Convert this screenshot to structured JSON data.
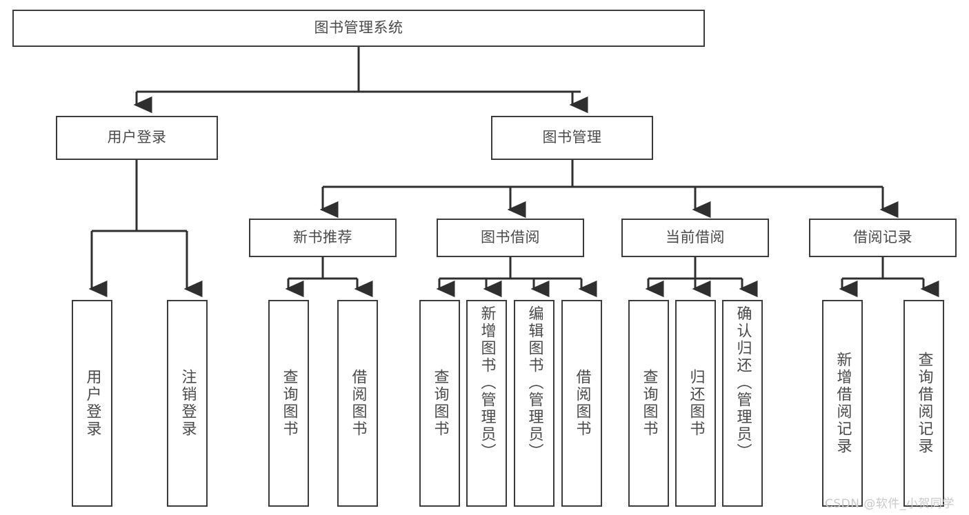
{
  "diagram": {
    "type": "tree",
    "title": "图书管理系统",
    "watermark": "CSDN @软件_小贺同学",
    "nodes": {
      "root": {
        "label": "图书管理系统"
      },
      "level2": [
        {
          "id": "user-login",
          "label": "用户登录"
        },
        {
          "id": "book-management",
          "label": "图书管理"
        }
      ],
      "level3": [
        {
          "id": "new-book-recommend",
          "label": "新书推荐"
        },
        {
          "id": "book-borrow",
          "label": "图书借阅"
        },
        {
          "id": "current-borrow",
          "label": "当前借阅"
        },
        {
          "id": "borrow-record",
          "label": "借阅记录"
        }
      ],
      "leaves": [
        {
          "id": "leaf-user-login",
          "label": "用户登录",
          "parent": "user-login"
        },
        {
          "id": "leaf-logout-login",
          "label": "注销登录",
          "parent": "user-login"
        },
        {
          "id": "leaf-query-book-1",
          "label": "查询图书",
          "parent": "new-book-recommend"
        },
        {
          "id": "leaf-borrow-book-1",
          "label": "借阅图书",
          "parent": "new-book-recommend"
        },
        {
          "id": "leaf-query-book-2",
          "label": "查询图书",
          "parent": "book-borrow"
        },
        {
          "id": "leaf-add-book",
          "label": "新增图书（管理员）",
          "parent": "book-borrow"
        },
        {
          "id": "leaf-edit-book",
          "label": "编辑图书（管理员）",
          "parent": "book-borrow"
        },
        {
          "id": "leaf-borrow-book-2",
          "label": "借阅图书",
          "parent": "book-borrow"
        },
        {
          "id": "leaf-query-book-3",
          "label": "查询图书",
          "parent": "current-borrow"
        },
        {
          "id": "leaf-return-book",
          "label": "归还图书",
          "parent": "current-borrow"
        },
        {
          "id": "leaf-confirm-return",
          "label": "确认归还（管理员）",
          "parent": "current-borrow"
        },
        {
          "id": "leaf-add-record",
          "label": "新增借阅记录",
          "parent": "borrow-record"
        },
        {
          "id": "leaf-query-record",
          "label": "查询借阅记录",
          "parent": "borrow-record"
        }
      ]
    },
    "colors": {
      "border": "#3b3b3b",
      "text": "#4a4a4a",
      "background": "#ffffff",
      "watermark": "#c9c9c9"
    }
  }
}
